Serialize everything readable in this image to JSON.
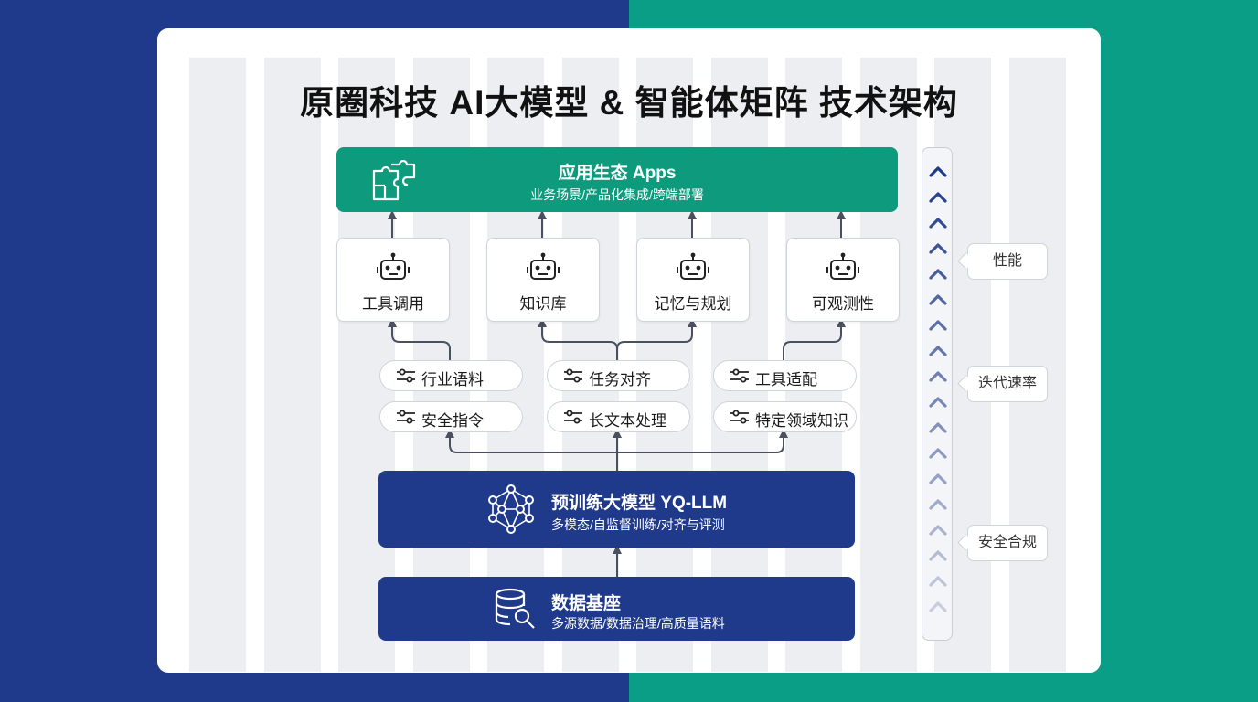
{
  "title": "原圈科技 AI大模型 & 智能体矩阵 技术架构",
  "apps": {
    "title": "应用生态 Apps",
    "subtitle": "业务场景/产品化集成/跨端部署",
    "icon": "puzzle-icon"
  },
  "agents": [
    {
      "label": "工具调用",
      "icon": "robot-icon"
    },
    {
      "label": "知识库",
      "icon": "robot-icon"
    },
    {
      "label": "记忆与规划",
      "icon": "robot-icon"
    },
    {
      "label": "可观测性",
      "icon": "robot-icon"
    }
  ],
  "finetune": [
    {
      "label": "行业语料",
      "icon": "sliders-icon"
    },
    {
      "label": "任务对齐",
      "icon": "sliders-icon"
    },
    {
      "label": "工具适配",
      "icon": "sliders-icon"
    },
    {
      "label": "安全指令",
      "icon": "sliders-icon"
    },
    {
      "label": "长文本处理",
      "icon": "sliders-icon"
    },
    {
      "label": "特定领域知识",
      "icon": "sliders-icon"
    }
  ],
  "llm": {
    "title": "预训练大模型 YQ-LLM",
    "subtitle": "多模态/自监督训练/对齐与评测",
    "icon": "neural-network-icon"
  },
  "data": {
    "title": "数据基座",
    "subtitle": "多源数据/数据治理/高质量语料",
    "icon": "database-search-icon"
  },
  "metrics": [
    "性能",
    "迭代速率",
    "安全合规"
  ],
  "colors": {
    "navy": "#1f3a8a",
    "teal": "#0d9a7d",
    "card": "#ffffff",
    "arrow": "#4a5060"
  }
}
